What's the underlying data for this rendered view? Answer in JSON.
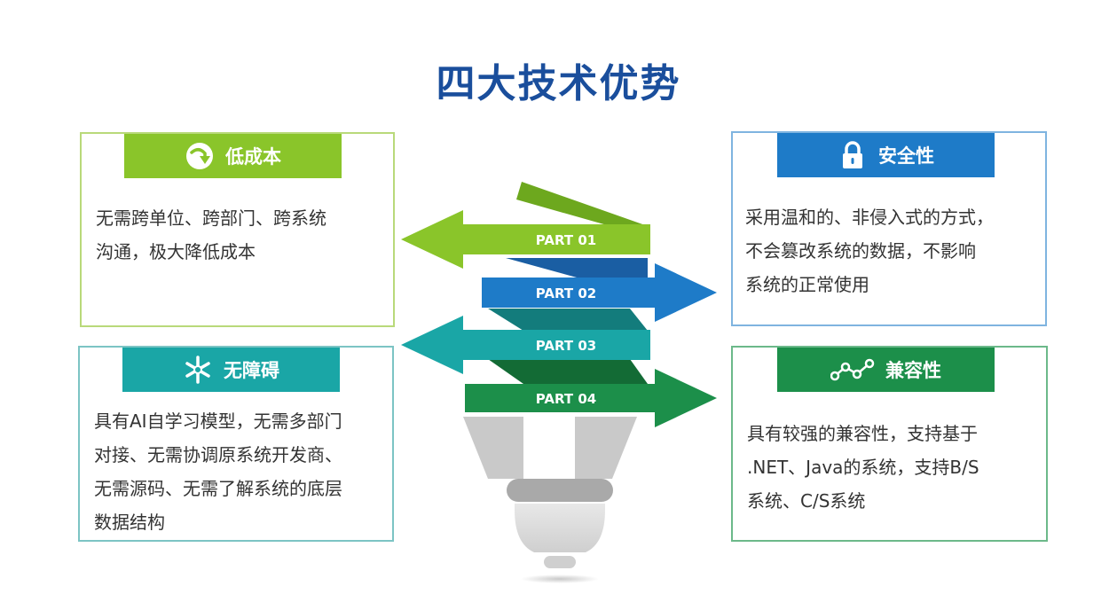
{
  "title": "四大技术优势",
  "cards": {
    "low_cost": {
      "heading": "低成本",
      "lines": [
        "无需跨单位、跨部门、跨系统",
        "沟通，极大降低成本"
      ],
      "color": "#8ac52a",
      "icon": "curved-arrow-icon"
    },
    "no_barrier": {
      "heading": "无障碍",
      "lines": [
        "具有AI自学习模型，无需多部门",
        "对接、无需协调原系统开发商、",
        "无需源码、无需了解系统的底层",
        "数据结构"
      ],
      "color": "#1aa6a6",
      "icon": "asterisk-icon"
    },
    "security": {
      "heading": "安全性",
      "lines": [
        "采用温和的、非侵入式的方式，",
        "不会篡改系统的数据，不影响",
        "系统的正常使用"
      ],
      "color": "#1e7bc8",
      "icon": "lock-icon"
    },
    "compatibility": {
      "heading": "兼容性",
      "lines": [
        "具有较强的兼容性，支持基于",
        ".NET、Java的系统，支持B/S",
        "系统、C/S系统"
      ],
      "color": "#1c8f4a",
      "icon": "connected-nodes-icon"
    }
  },
  "parts": [
    {
      "label": "PART 01",
      "color": "#8ac52a"
    },
    {
      "label": "PART 02",
      "color": "#1e7bc8"
    },
    {
      "label": "PART 03",
      "color": "#1aa6a6"
    },
    {
      "label": "PART 04",
      "color": "#1c8f4a"
    }
  ]
}
